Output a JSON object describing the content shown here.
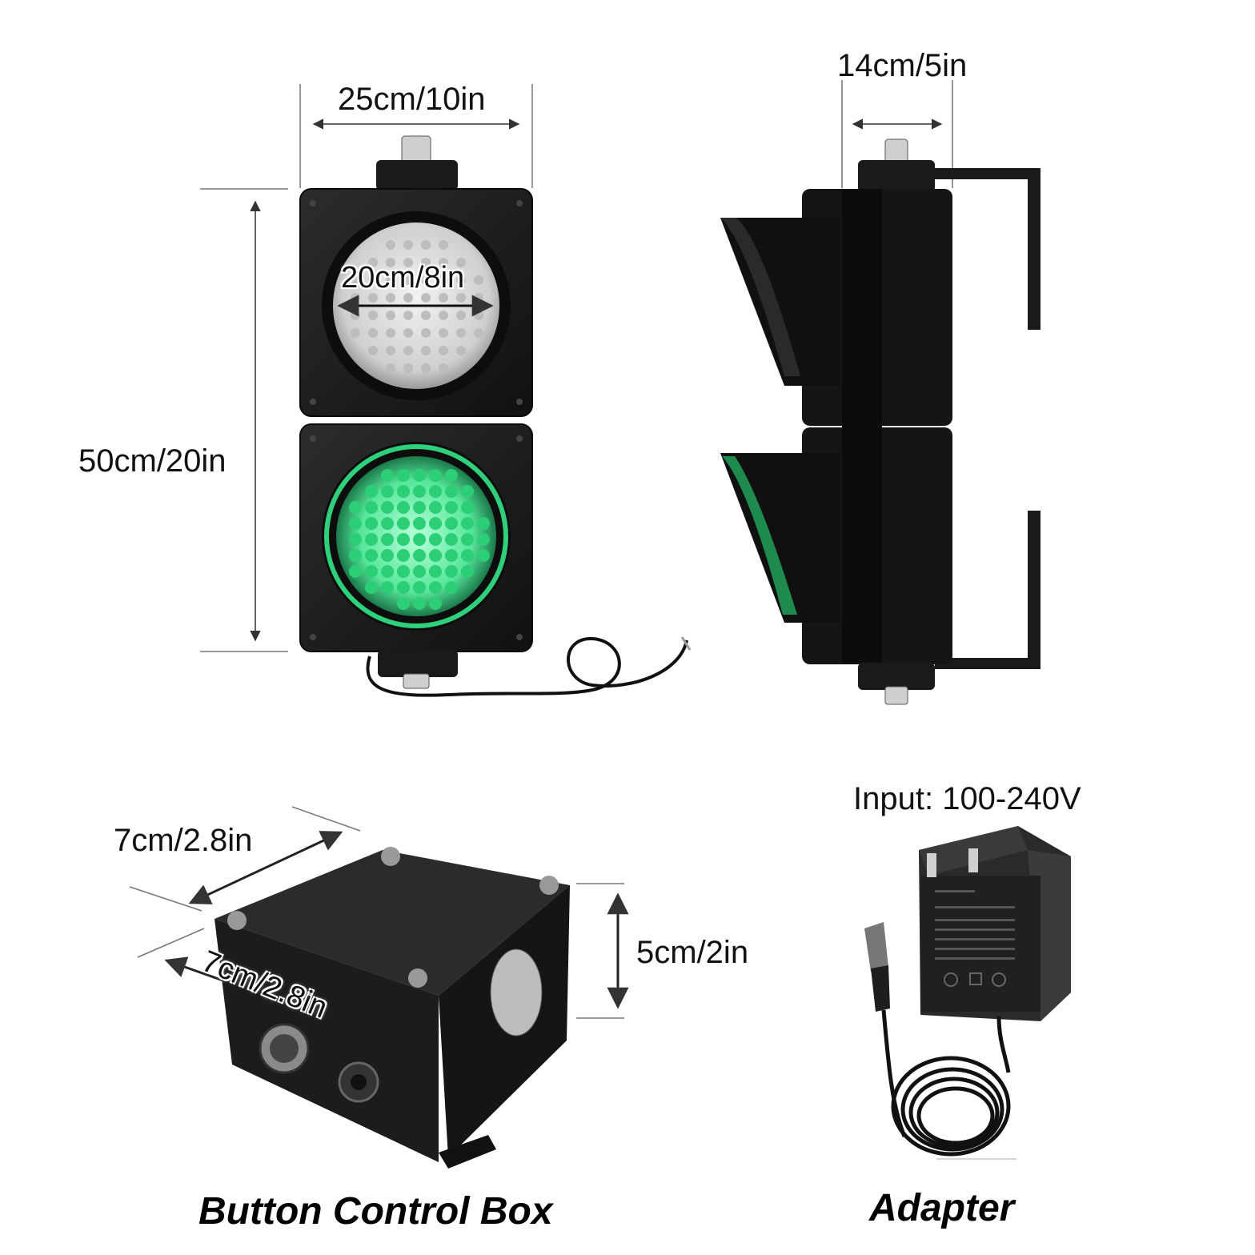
{
  "dimensions": {
    "top_width": "25cm/10in",
    "lens_diameter": "20cm/8in",
    "height": "50cm/20in",
    "side_depth": "14cm/5in",
    "box_depth": "7cm/2.8in",
    "box_width": "7cm/2.8in",
    "box_height": "5cm/2in"
  },
  "adapter": {
    "input_label": "Input: 100-240V"
  },
  "captions": {
    "control_box": "Button Control Box",
    "adapter": "Adapter"
  },
  "icons": {
    "front_light": "traffic-light-front-icon",
    "side_light": "traffic-light-side-icon",
    "box": "control-box-icon",
    "adapter": "power-adapter-icon"
  },
  "colors": {
    "housing": "#1c1c1c",
    "green_lens": "#3ee08e",
    "off_lens": "#d9d9d9"
  }
}
